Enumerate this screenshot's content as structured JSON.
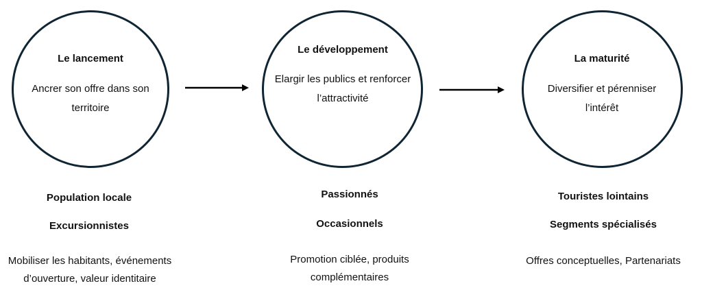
{
  "stages": [
    {
      "title": "Le lancement",
      "description": "Ancrer son offre dans son territoire",
      "segments": [
        "Population locale",
        "Excursionnistes"
      ],
      "actions": "Mobiliser les habitants, événements d’ouverture, valeur identitaire"
    },
    {
      "title": "Le développement",
      "description": "Elargir les publics et renforcer l’attractivité",
      "segments": [
        "Passionnés",
        "Occasionnels"
      ],
      "actions": "Promotion ciblée, produits complémentaires"
    },
    {
      "title": "La maturité",
      "description": "Diversifier et pérenniser l’intérêt",
      "segments": [
        "Touristes lointains",
        "Segments spécialisés"
      ],
      "actions": "Offres conceptuelles, Partenariats"
    }
  ],
  "colors": {
    "circle_border": "#0f2533",
    "arrow": "#000000",
    "text": "#111111"
  }
}
